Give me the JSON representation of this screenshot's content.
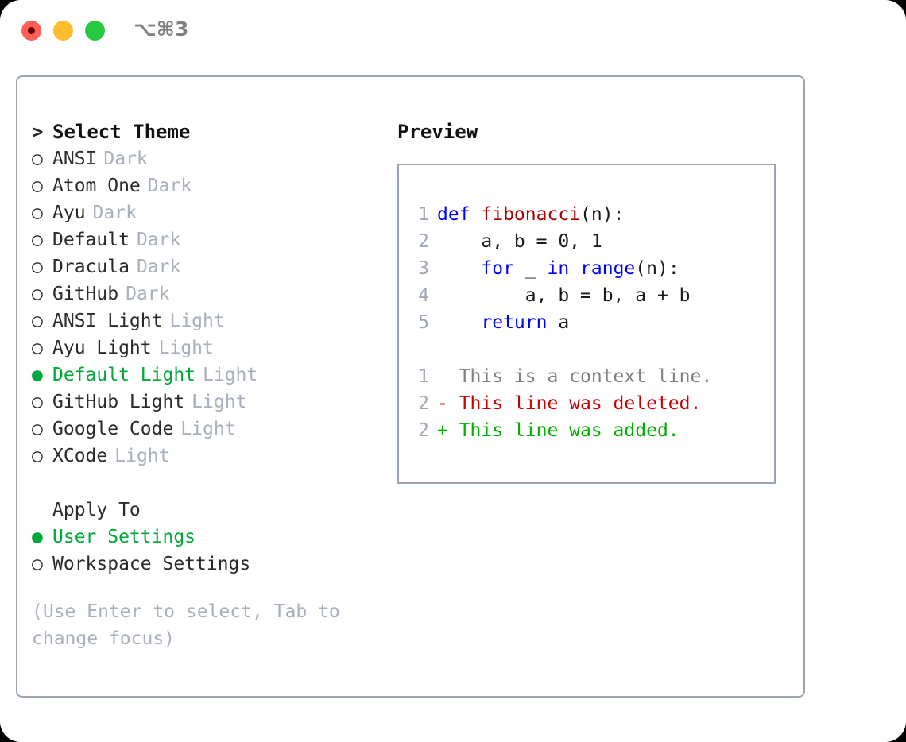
{
  "titlebar": {
    "shortcut": "⌥⌘3",
    "buttons": [
      {
        "name": "close",
        "color": "#ff5f57"
      },
      {
        "name": "minimize",
        "color": "#ffbd2e"
      },
      {
        "name": "maximize",
        "color": "#28c840"
      }
    ]
  },
  "colors": {
    "accent_green": "#00a93a",
    "muted": "#a8b0bc",
    "border": "#9aa5b4",
    "keyword": "#0000ff",
    "function": "#aa0000",
    "diff_deleted": "#cc0000",
    "diff_added": "#00b000",
    "line_number": "#a0a8b4",
    "context": "#808080"
  },
  "theme_picker": {
    "heading_marker": ">",
    "heading": "Select Theme",
    "unselected_marker": "○",
    "selected_marker": "●",
    "items": [
      {
        "label": "ANSI",
        "tag": "Dark",
        "selected": false
      },
      {
        "label": "Atom One",
        "tag": "Dark",
        "selected": false
      },
      {
        "label": "Ayu",
        "tag": "Dark",
        "selected": false
      },
      {
        "label": "Default",
        "tag": "Dark",
        "selected": false
      },
      {
        "label": "Dracula",
        "tag": "Dark",
        "selected": false
      },
      {
        "label": "GitHub",
        "tag": "Dark",
        "selected": false
      },
      {
        "label": "ANSI Light",
        "tag": "Light",
        "selected": false
      },
      {
        "label": "Ayu Light",
        "tag": "Light",
        "selected": false
      },
      {
        "label": "Default Light",
        "tag": "Light",
        "selected": true
      },
      {
        "label": "GitHub Light",
        "tag": "Light",
        "selected": false
      },
      {
        "label": "Google Code",
        "tag": "Light",
        "selected": false
      },
      {
        "label": "XCode",
        "tag": "Light",
        "selected": false
      }
    ]
  },
  "apply_to": {
    "title": "Apply To",
    "options": [
      {
        "label": "User Settings",
        "selected": true
      },
      {
        "label": "Workspace Settings",
        "selected": false
      }
    ]
  },
  "hint": "(Use Enter to select, Tab to change focus)",
  "preview": {
    "title": "Preview",
    "code_lines": [
      {
        "num": "1",
        "tokens": [
          {
            "t": "def ",
            "c": "kw"
          },
          {
            "t": "fibonacci",
            "c": "fn"
          },
          {
            "t": "(n):",
            "c": "pl"
          }
        ]
      },
      {
        "num": "2",
        "tokens": [
          {
            "t": "    a, b = 0, 1",
            "c": "pl"
          }
        ]
      },
      {
        "num": "3",
        "tokens": [
          {
            "t": "    ",
            "c": "pl"
          },
          {
            "t": "for",
            "c": "kw"
          },
          {
            "t": " _ ",
            "c": "pl"
          },
          {
            "t": "in",
            "c": "kw"
          },
          {
            "t": " ",
            "c": "pl"
          },
          {
            "t": "range",
            "c": "kw"
          },
          {
            "t": "(n):",
            "c": "pl"
          }
        ]
      },
      {
        "num": "4",
        "tokens": [
          {
            "t": "        a, b = b, a + b",
            "c": "pl"
          }
        ]
      },
      {
        "num": "5",
        "tokens": [
          {
            "t": "    ",
            "c": "pl"
          },
          {
            "t": "return",
            "c": "kw"
          },
          {
            "t": " a",
            "c": "pl"
          }
        ]
      }
    ],
    "diff_lines": [
      {
        "num": "1",
        "text": "  This is a context line.",
        "kind": "ctx"
      },
      {
        "num": "2",
        "text": "- This line was deleted.",
        "kind": "del"
      },
      {
        "num": "2",
        "text": "+ This line was added.",
        "kind": "add"
      }
    ]
  }
}
